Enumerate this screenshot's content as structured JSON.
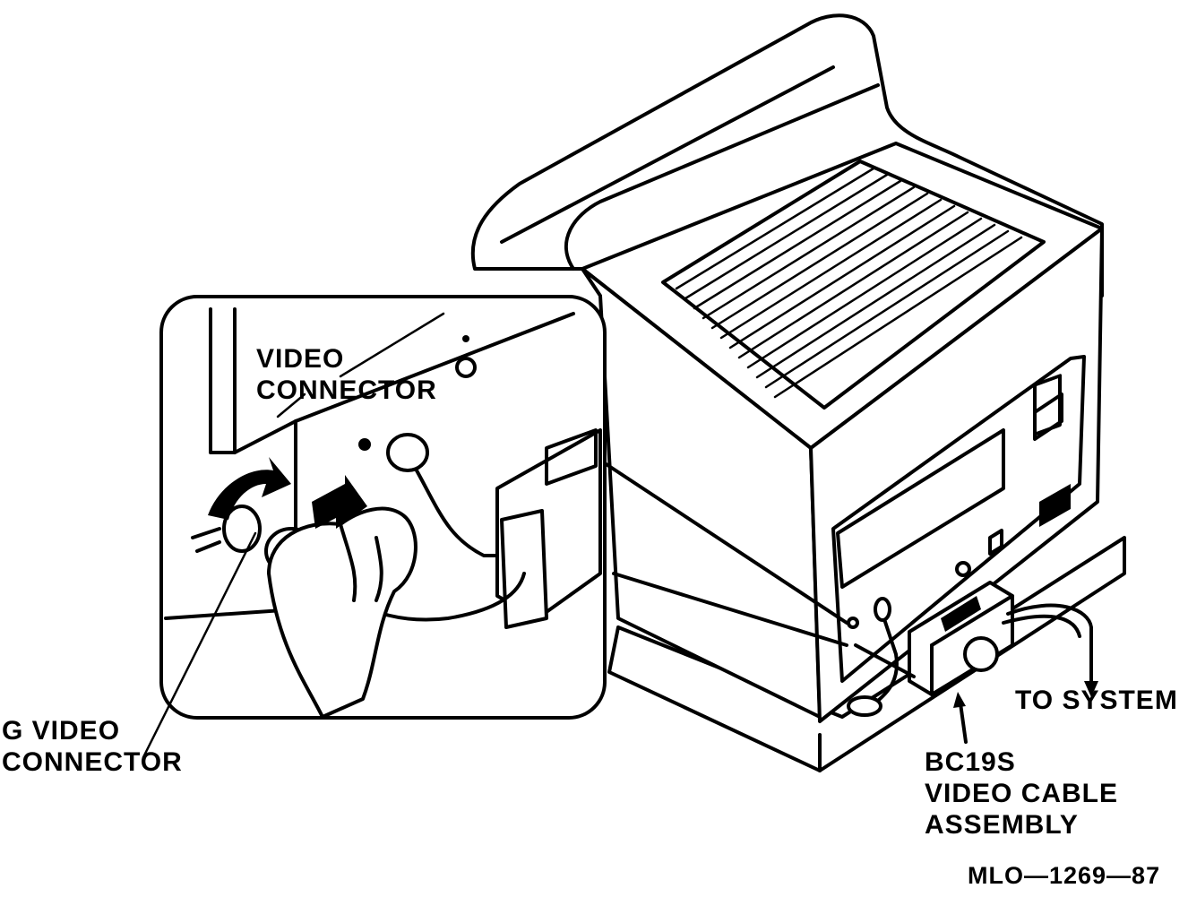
{
  "labels": {
    "video_connector": [
      "VIDEO",
      "CONNECTOR"
    ],
    "g_video_connector": [
      "G VIDEO",
      "CONNECTOR"
    ],
    "to_system": "TO SYSTEM",
    "cable_assembly": [
      "BC19S",
      "VIDEO CABLE",
      "ASSEMBLY"
    ],
    "figure_id": "MLO—1269—87"
  },
  "icons": [
    "monitor-illustration",
    "vent-grille",
    "cable-plug",
    "hand",
    "rotate-arrow-icon",
    "push-arrow-icon",
    "down-arrow-icon",
    "up-arrow-icon"
  ]
}
